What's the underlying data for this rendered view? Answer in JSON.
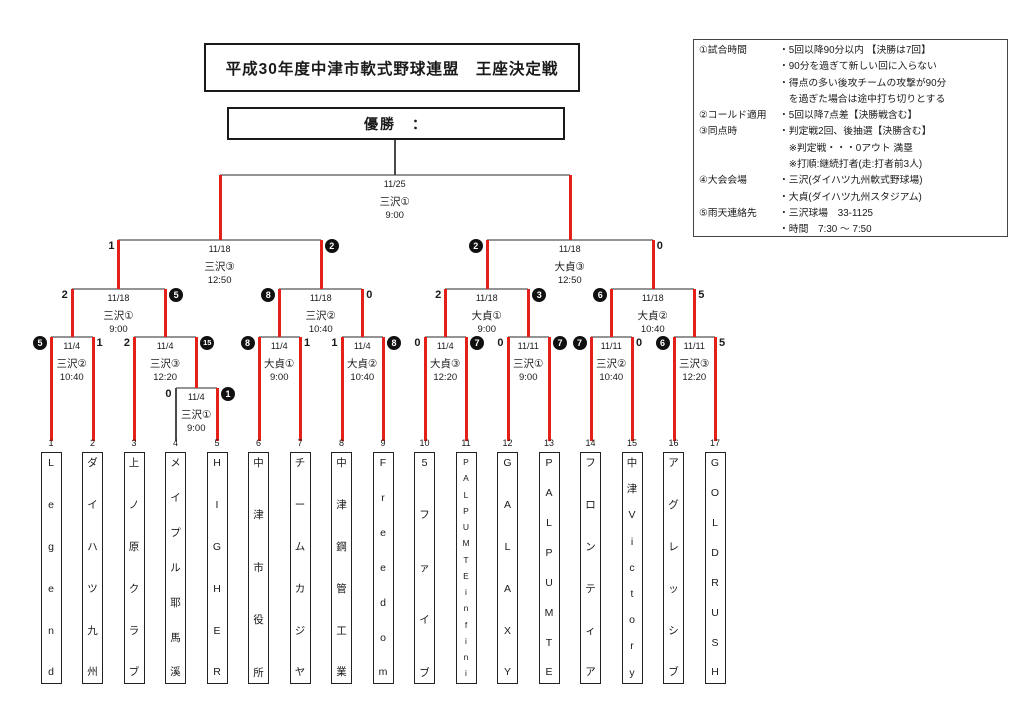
{
  "title": "平成30年度中津市軟式野球連盟　王座決定戦",
  "champion_label": "優勝　：",
  "colors": {
    "winner_path_red": "#e32119",
    "bracket_gray": "#949494",
    "ink": "#1a1a1a"
  },
  "teams": [
    {
      "no": "1",
      "name": "Legend"
    },
    {
      "no": "2",
      "name": "ダイハツ九州"
    },
    {
      "no": "3",
      "name": "上ノ原クラブ"
    },
    {
      "no": "4",
      "name": "メイプル耶馬溪"
    },
    {
      "no": "5",
      "name": "HIGHER"
    },
    {
      "no": "6",
      "name": "中津市役所"
    },
    {
      "no": "7",
      "name": "チームカジヤ"
    },
    {
      "no": "8",
      "name": "中津鋼管工業"
    },
    {
      "no": "9",
      "name": "Freedom"
    },
    {
      "no": "10",
      "name": "5ファイブ"
    },
    {
      "no": "11",
      "name": "PALPUMTEinfini"
    },
    {
      "no": "12",
      "name": "GALAXY"
    },
    {
      "no": "13",
      "name": "PALPUMTE"
    },
    {
      "no": "14",
      "name": "フロンティア"
    },
    {
      "no": "15",
      "name": "中津Victory"
    },
    {
      "no": "16",
      "name": "アグレッシブ"
    },
    {
      "no": "17",
      "name": "GOLDRUSH"
    }
  ],
  "matches": [
    {
      "id": "pre",
      "round": "pre",
      "children": [
        "team:4",
        "team:5"
      ],
      "date": "11/4",
      "venue": "三沢①",
      "time": "9:00",
      "score_left": "0",
      "score_right": "1",
      "winner": "right",
      "left_leg_color": "black"
    },
    {
      "id": "m1",
      "round": "r1",
      "children": [
        "team:1",
        "team:2"
      ],
      "date": "11/4",
      "venue": "三沢②",
      "time": "10:40",
      "score_left": "5",
      "score_right": "1",
      "winner": "left"
    },
    {
      "id": "m2",
      "round": "r1",
      "children": [
        "team:3",
        "match:pre"
      ],
      "date": "11/4",
      "venue": "三沢③",
      "time": "12:20",
      "score_left": "2",
      "score_right": "15",
      "winner": "right"
    },
    {
      "id": "m3",
      "round": "r1",
      "children": [
        "team:6",
        "team:7"
      ],
      "date": "11/4",
      "venue": "大貞①",
      "time": "9:00",
      "score_left": "8",
      "score_right": "1",
      "winner": "left"
    },
    {
      "id": "m4",
      "round": "r1",
      "children": [
        "team:8",
        "team:9"
      ],
      "date": "11/4",
      "venue": "大貞②",
      "time": "10:40",
      "score_left": "1",
      "score_right": "8",
      "winner": "right"
    },
    {
      "id": "m5",
      "round": "r1",
      "children": [
        "team:10",
        "team:11"
      ],
      "date": "11/4",
      "venue": "大貞③",
      "time": "12:20",
      "score_left": "0",
      "score_right": "7",
      "winner": "right"
    },
    {
      "id": "m6",
      "round": "r1",
      "children": [
        "team:12",
        "team:13"
      ],
      "date": "11/11",
      "venue": "三沢①",
      "time": "9:00",
      "score_left": "0",
      "score_right": "7",
      "winner": "right"
    },
    {
      "id": "m7",
      "round": "r1",
      "children": [
        "team:14",
        "team:15"
      ],
      "date": "11/11",
      "venue": "三沢②",
      "time": "10:40",
      "score_left": "7",
      "score_right": "0",
      "winner": "left"
    },
    {
      "id": "m8",
      "round": "r1",
      "children": [
        "team:16",
        "team:17"
      ],
      "date": "11/11",
      "venue": "三沢③",
      "time": "12:20",
      "score_left": "6",
      "score_right": "5",
      "winner": "left"
    },
    {
      "id": "qf1",
      "round": "qf",
      "children": [
        "match:m1",
        "match:m2"
      ],
      "date": "11/18",
      "venue": "三沢①",
      "time": "9:00",
      "score_left": "2",
      "score_right": "5",
      "winner": "right"
    },
    {
      "id": "qf2",
      "round": "qf",
      "children": [
        "match:m3",
        "match:m4"
      ],
      "date": "11/18",
      "venue": "三沢②",
      "time": "10:40",
      "score_left": "8",
      "score_right": "0",
      "winner": "left"
    },
    {
      "id": "qf3",
      "round": "qf",
      "children": [
        "match:m5",
        "match:m6"
      ],
      "date": "11/18",
      "venue": "大貞①",
      "time": "9:00",
      "score_left": "2",
      "score_right": "3",
      "winner": "right"
    },
    {
      "id": "qf4",
      "round": "qf",
      "children": [
        "match:m7",
        "match:m8"
      ],
      "date": "11/18",
      "venue": "大貞②",
      "time": "10:40",
      "score_left": "6",
      "score_right": "5",
      "winner": "left"
    },
    {
      "id": "sf1",
      "round": "sf",
      "children": [
        "match:qf1",
        "match:qf2"
      ],
      "date": "11/18",
      "venue": "三沢③",
      "time": "12:50",
      "score_left": "1",
      "score_right": "2",
      "winner": "right"
    },
    {
      "id": "sf2",
      "round": "sf",
      "children": [
        "match:qf3",
        "match:qf4"
      ],
      "date": "11/18",
      "venue": "大貞③",
      "time": "12:50",
      "score_left": "2",
      "score_right": "0",
      "winner": "left"
    },
    {
      "id": "final",
      "round": "f",
      "children": [
        "match:sf1",
        "match:sf2"
      ],
      "date": "11/25",
      "venue": "三沢①",
      "time": "9:00",
      "score_left": "",
      "score_right": "",
      "winner": null
    }
  ],
  "rules": [
    {
      "label": "①試合時間",
      "lines": [
        "・5回以降90分以内 【決勝は7回】",
        "・90分を過ぎて新しい回に入らない",
        "・得点の多い後攻チームの攻撃が90分",
        "　を過ぎた場合は途中打ち切りとする"
      ]
    },
    {
      "label": "②コールド適用",
      "lines": [
        "・5回以降7点差【決勝戦含む】"
      ]
    },
    {
      "label": "③同点時",
      "lines": [
        "・判定戦2回、後抽選【決勝含む】",
        "　※判定戦・・・0アウト 満塁",
        "　※打順:継続打者(走:打者前3人)"
      ]
    },
    {
      "label": "④大会会場",
      "lines": [
        "・三沢(ダイハツ九州軟式野球場)",
        "・大貞(ダイハツ九州スタジアム)"
      ]
    },
    {
      "label": "⑤雨天連絡先",
      "lines": [
        "・三沢球場　33-1125",
        "・時間　7:30 ～ 7:50"
      ]
    }
  ]
}
